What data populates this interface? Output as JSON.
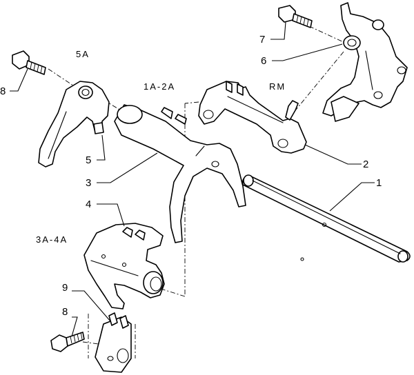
{
  "callouts": {
    "c1": "1",
    "c2": "2",
    "c3": "3",
    "c4": "4",
    "c5": "5",
    "c6": "6",
    "c7": "7",
    "c8a": "8",
    "c8b": "8",
    "c9": "9"
  },
  "group_labels": {
    "g5": "5A",
    "g12": "1A-2A",
    "gRM": "RM",
    "g34": "3A-4A"
  }
}
